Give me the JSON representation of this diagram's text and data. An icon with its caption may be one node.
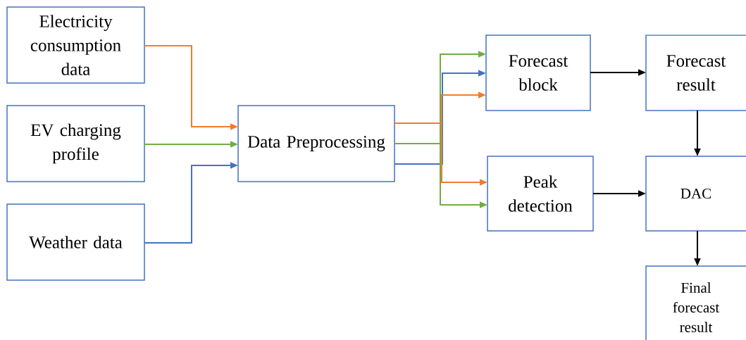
{
  "diagram": {
    "nodes": [
      {
        "text": [
          "Electricity consumption data"
        ]
      },
      {
        "text": [
          "EV charging profile"
        ]
      },
      {
        "text": [
          "Weather data"
        ]
      },
      {
        "text": [
          "Data Preprocessing"
        ]
      },
      {
        "text": [
          "Forecast block"
        ]
      },
      {
        "text": [
          "Peak detection"
        ]
      },
      {
        "text": [
          "Forecast result"
        ]
      },
      {
        "text": [
          "DAC"
        ]
      },
      {
        "text": [
          "Final forecast result"
        ]
      }
    ],
    "edges": [
      {
        "from": 0,
        "to": 3,
        "arrow": "to",
        "color": "#ed7d31"
      },
      {
        "from": 1,
        "to": 3,
        "arrow": "to",
        "color": "#70ad47"
      },
      {
        "from": 2,
        "to": 3,
        "arrow": "to",
        "color": "#4472c4"
      },
      {
        "from": 3,
        "to": 4,
        "arrow": "to",
        "color": "#70ad47"
      },
      {
        "from": 3,
        "to": 4,
        "arrow": "to",
        "color": "#4472c4"
      },
      {
        "from": 3,
        "to": 4,
        "arrow": "to",
        "color": "#ed7d31"
      },
      {
        "from": 3,
        "to": 5,
        "arrow": "to",
        "color": "#ed7d31"
      },
      {
        "from": 3,
        "to": 5,
        "arrow": "to",
        "color": "#70ad47"
      },
      {
        "from": 4,
        "to": 6,
        "arrow": "to",
        "color": "#000000"
      },
      {
        "from": 6,
        "to": 7,
        "arrow": "to",
        "color": "#000000"
      },
      {
        "from": 5,
        "to": 7,
        "arrow": "to",
        "color": "#000000"
      },
      {
        "from": 7,
        "to": 8,
        "arrow": "to",
        "color": "#000000"
      }
    ]
  }
}
